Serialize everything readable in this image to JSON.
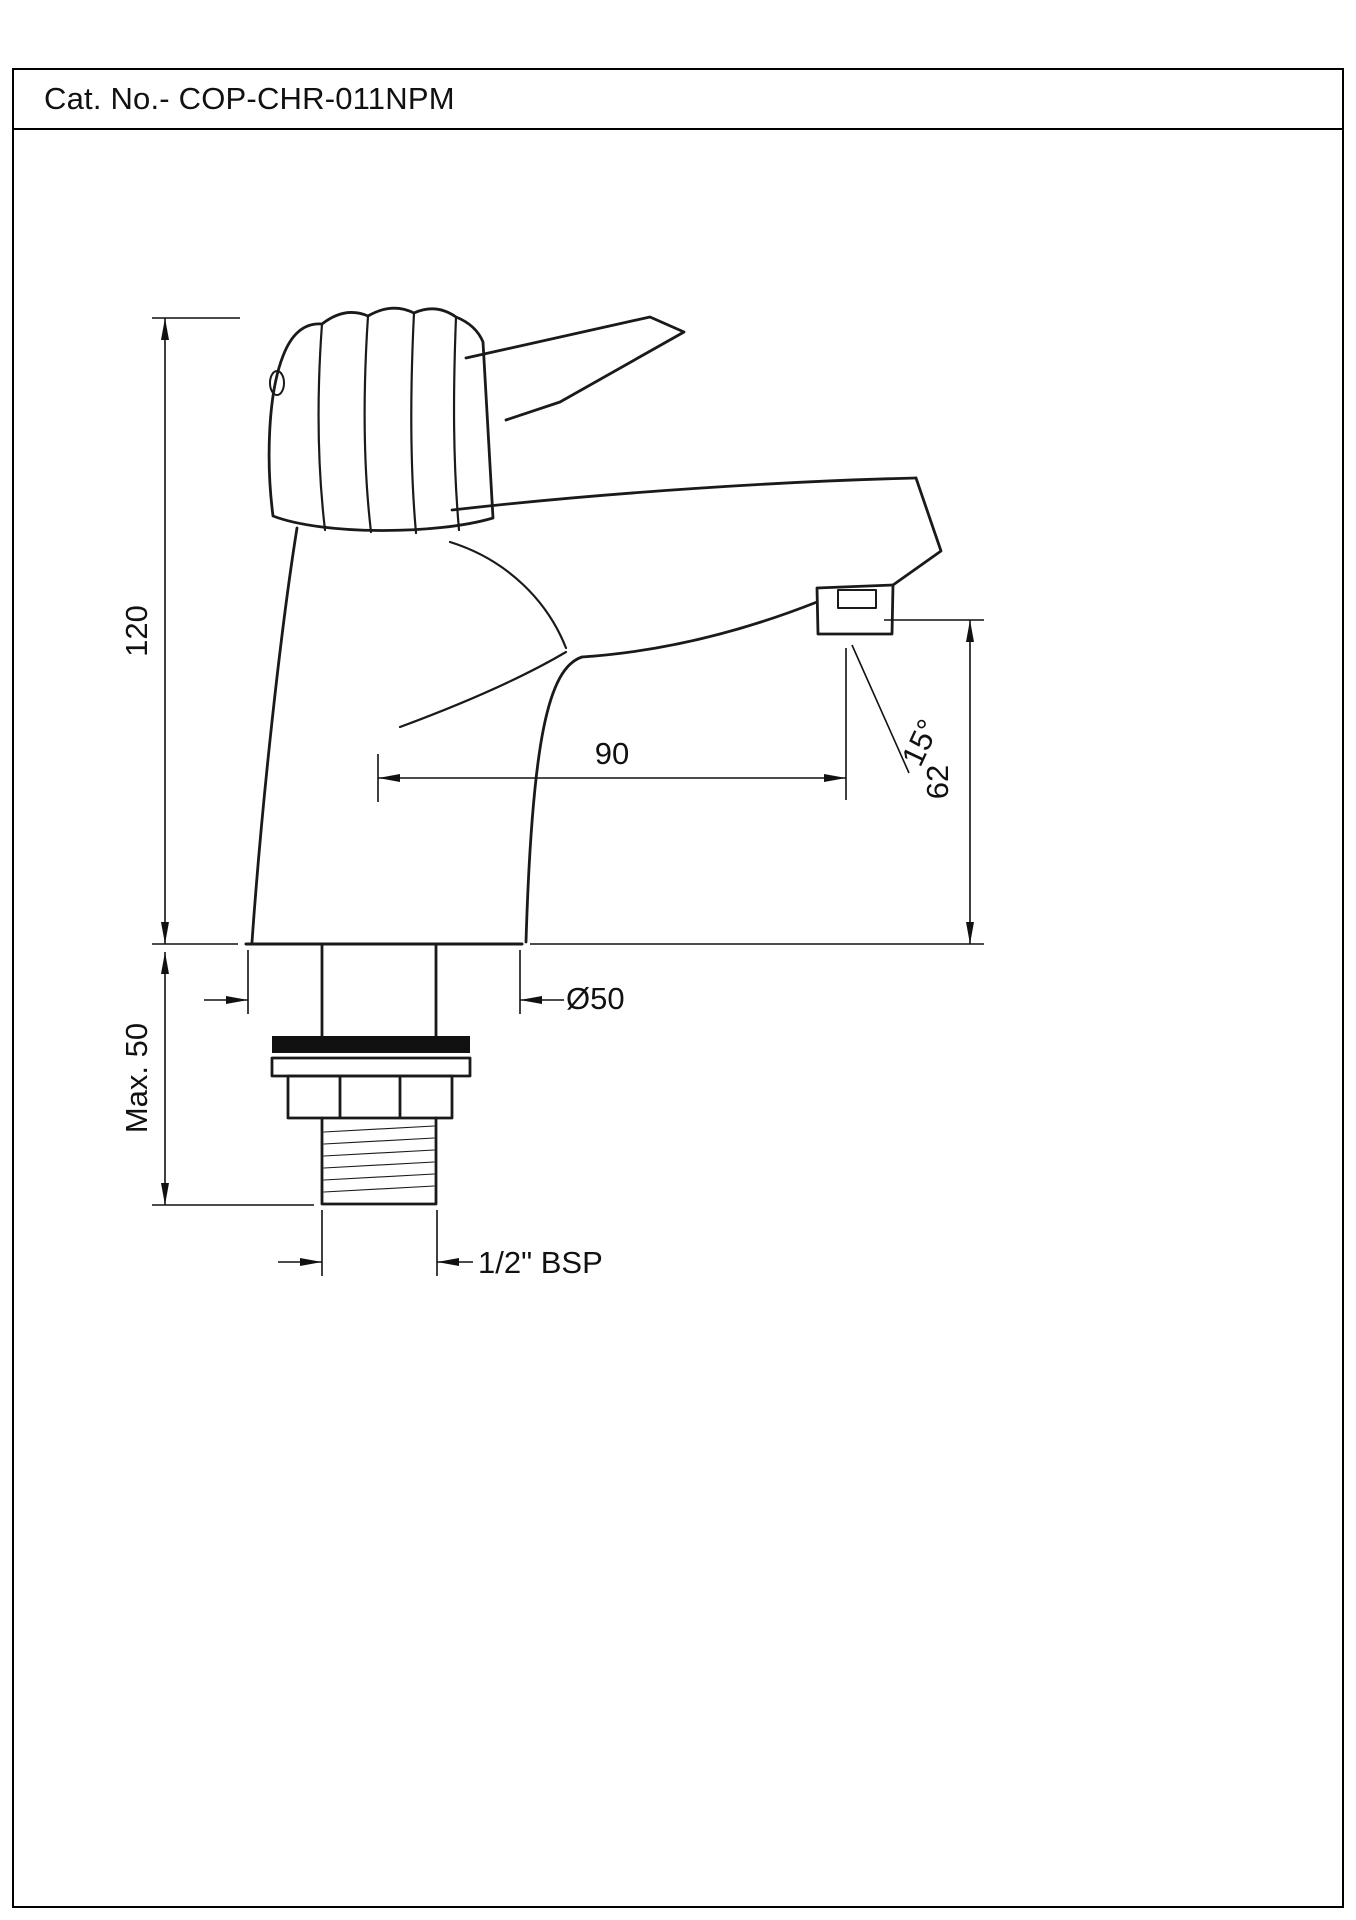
{
  "title_block": {
    "cat_no": "Cat. No.- COP-CHR-011NPM"
  },
  "dims": {
    "height": "120",
    "max_deck": "Max. 50",
    "reach": "90",
    "spout_height": "62",
    "angle": "15°",
    "base_diameter": "Ø50",
    "thread": "1/2\" BSP"
  }
}
